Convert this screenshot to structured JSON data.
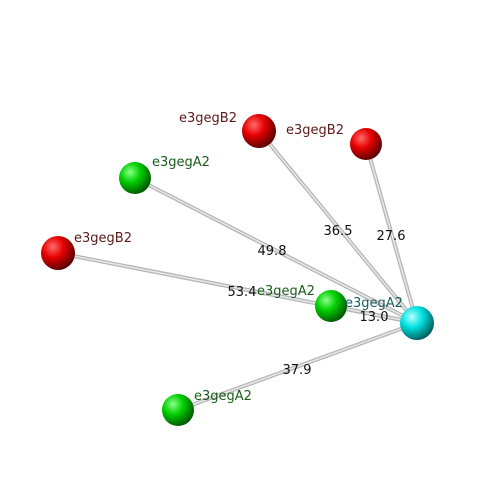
{
  "center": {
    "label": "e3gegA2",
    "color": "#00e5e5"
  },
  "neighbors": [
    {
      "label": "e3gegB2",
      "distance": "36.5",
      "color": "#e60000",
      "label_color": "#5c1a1a"
    },
    {
      "label": "e3gegB2",
      "distance": "27.6",
      "color": "#e60000",
      "label_color": "#5c1a1a"
    },
    {
      "label": "e3gegA2",
      "distance": "49.8",
      "color": "#00cc00",
      "label_color": "#1a5c1a"
    },
    {
      "label": "e3gegB2",
      "distance": "53.4",
      "color": "#e60000",
      "label_color": "#5c1a1a"
    },
    {
      "label": "e3gegA2",
      "distance": "13.0",
      "color": "#00cc00",
      "label_color": "#1a5c1a"
    },
    {
      "label": "e3gegA2",
      "distance": "37.9",
      "color": "#00cc00",
      "label_color": "#1a5c1a"
    }
  ],
  "colors": {
    "edge": "#b5b5b5",
    "edge_highlight": "#e8e8e8",
    "center_label": "#1a5c5c"
  }
}
